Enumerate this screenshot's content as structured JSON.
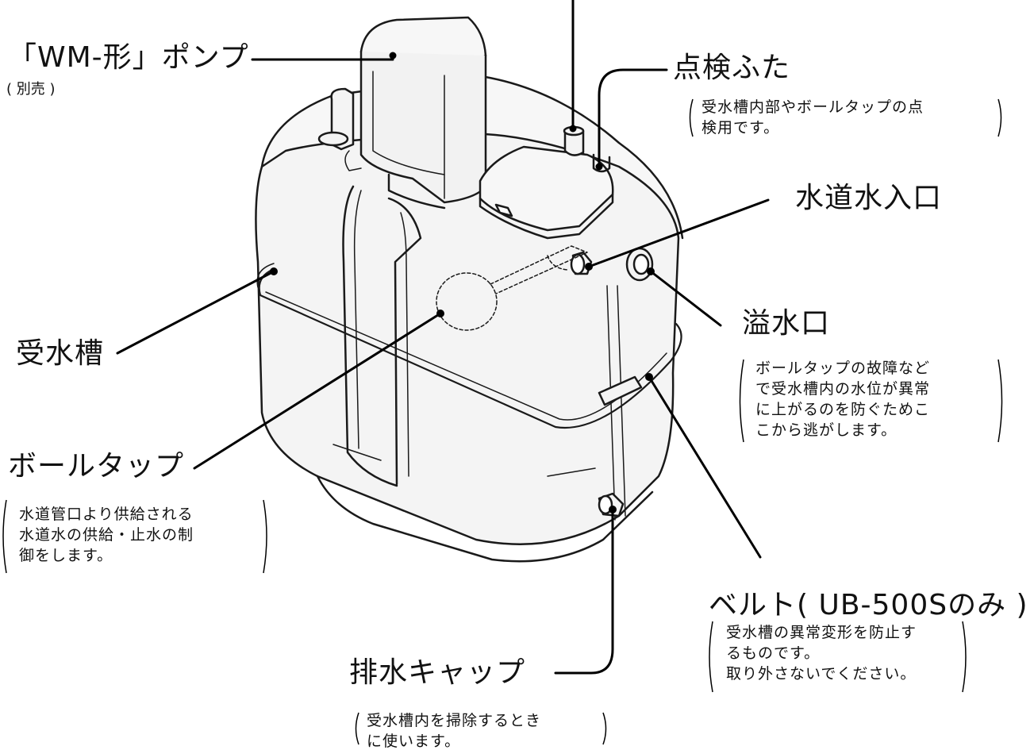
{
  "labels": {
    "pump": "「WM-形」ポンプ",
    "pump_sub": "( 別売 )",
    "inspection_lid": "点検ふた",
    "water_inlet": "水道水入口",
    "overflow": "溢水口",
    "tank": "受水槽",
    "ball_tap": "ボールタップ",
    "belt": "ベルト( UB-500Sのみ )",
    "drain_cap": "排水キャップ"
  },
  "notes": {
    "inspection_lid": [
      "受水槽内部やボールタップの点",
      "検用です。"
    ],
    "overflow": [
      "ボールタップの故障など",
      "で受水槽内の水位が異常",
      "に上がるのを防ぐためこ",
      "こから逃がします。"
    ],
    "ball_tap": [
      "水道管口より供給される",
      "水道水の供給・止水の制",
      "御をします。"
    ],
    "belt": [
      "受水槽の異常変形を防止す",
      "るものです。",
      "取り外さないでください。"
    ],
    "drain_cap": [
      "受水槽内を掃除するとき",
      "に使います。"
    ]
  }
}
